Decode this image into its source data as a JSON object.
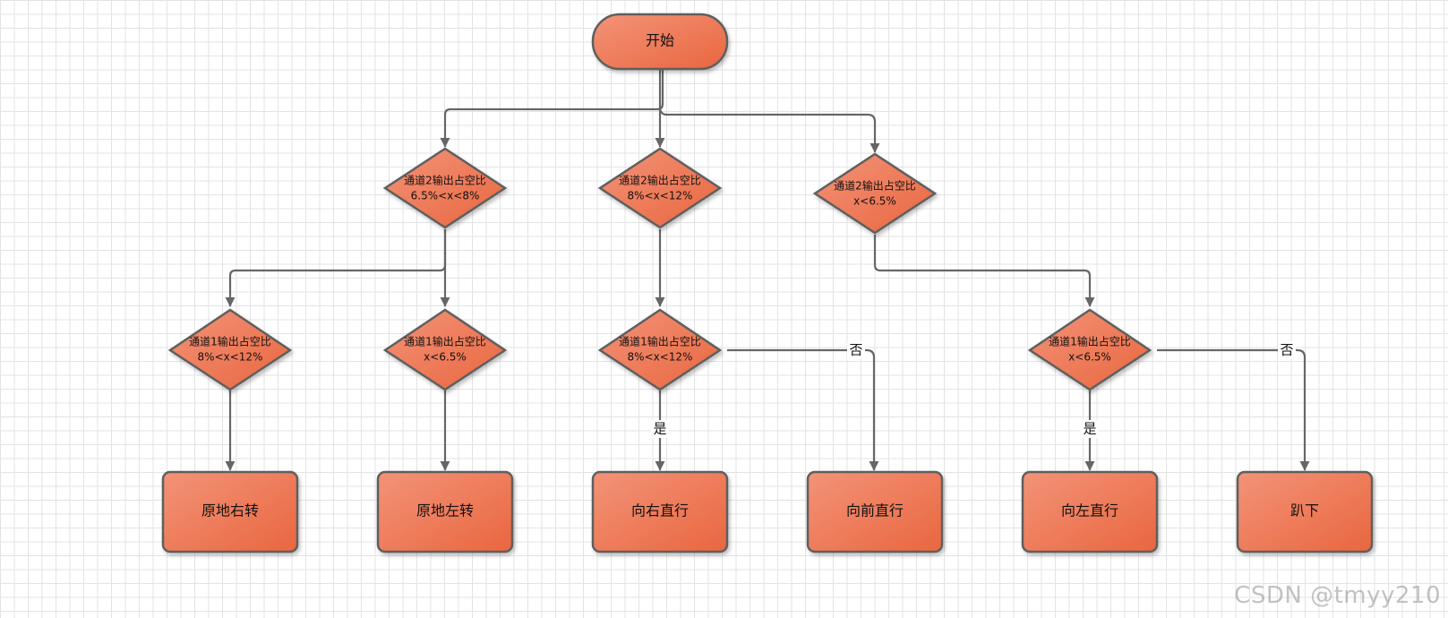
{
  "start": {
    "label": "开始"
  },
  "level1": [
    {
      "line1": "通道2输出占空比",
      "line2": "6.5%<x<8%"
    },
    {
      "line1": "通道2输出占空比",
      "line2": "8%<x<12%"
    },
    {
      "line1": "通道2输出占空比",
      "line2": "x<6.5%"
    }
  ],
  "level2": [
    {
      "line1": "通道1输出占空比",
      "line2": "8%<x<12%"
    },
    {
      "line1": "通道1输出占空比",
      "line2": "x<6.5%"
    },
    {
      "line1": "通道1输出占空比",
      "line2": "8%<x<12%"
    },
    {
      "line1": "通道1输出占空比",
      "line2": "x<6.5%"
    }
  ],
  "actions": [
    {
      "label": "原地右转"
    },
    {
      "label": "原地左转"
    },
    {
      "label": "向右直行"
    },
    {
      "label": "向前直行"
    },
    {
      "label": "向左直行"
    },
    {
      "label": "趴下"
    }
  ],
  "edge_labels": {
    "yes": "是",
    "no": "否"
  },
  "colors": {
    "fill_light": "#f39378",
    "fill_dark": "#e9663f",
    "stroke": "#5e5e5e",
    "edge": "#666666"
  },
  "watermark": "CSDN @tmyy210"
}
